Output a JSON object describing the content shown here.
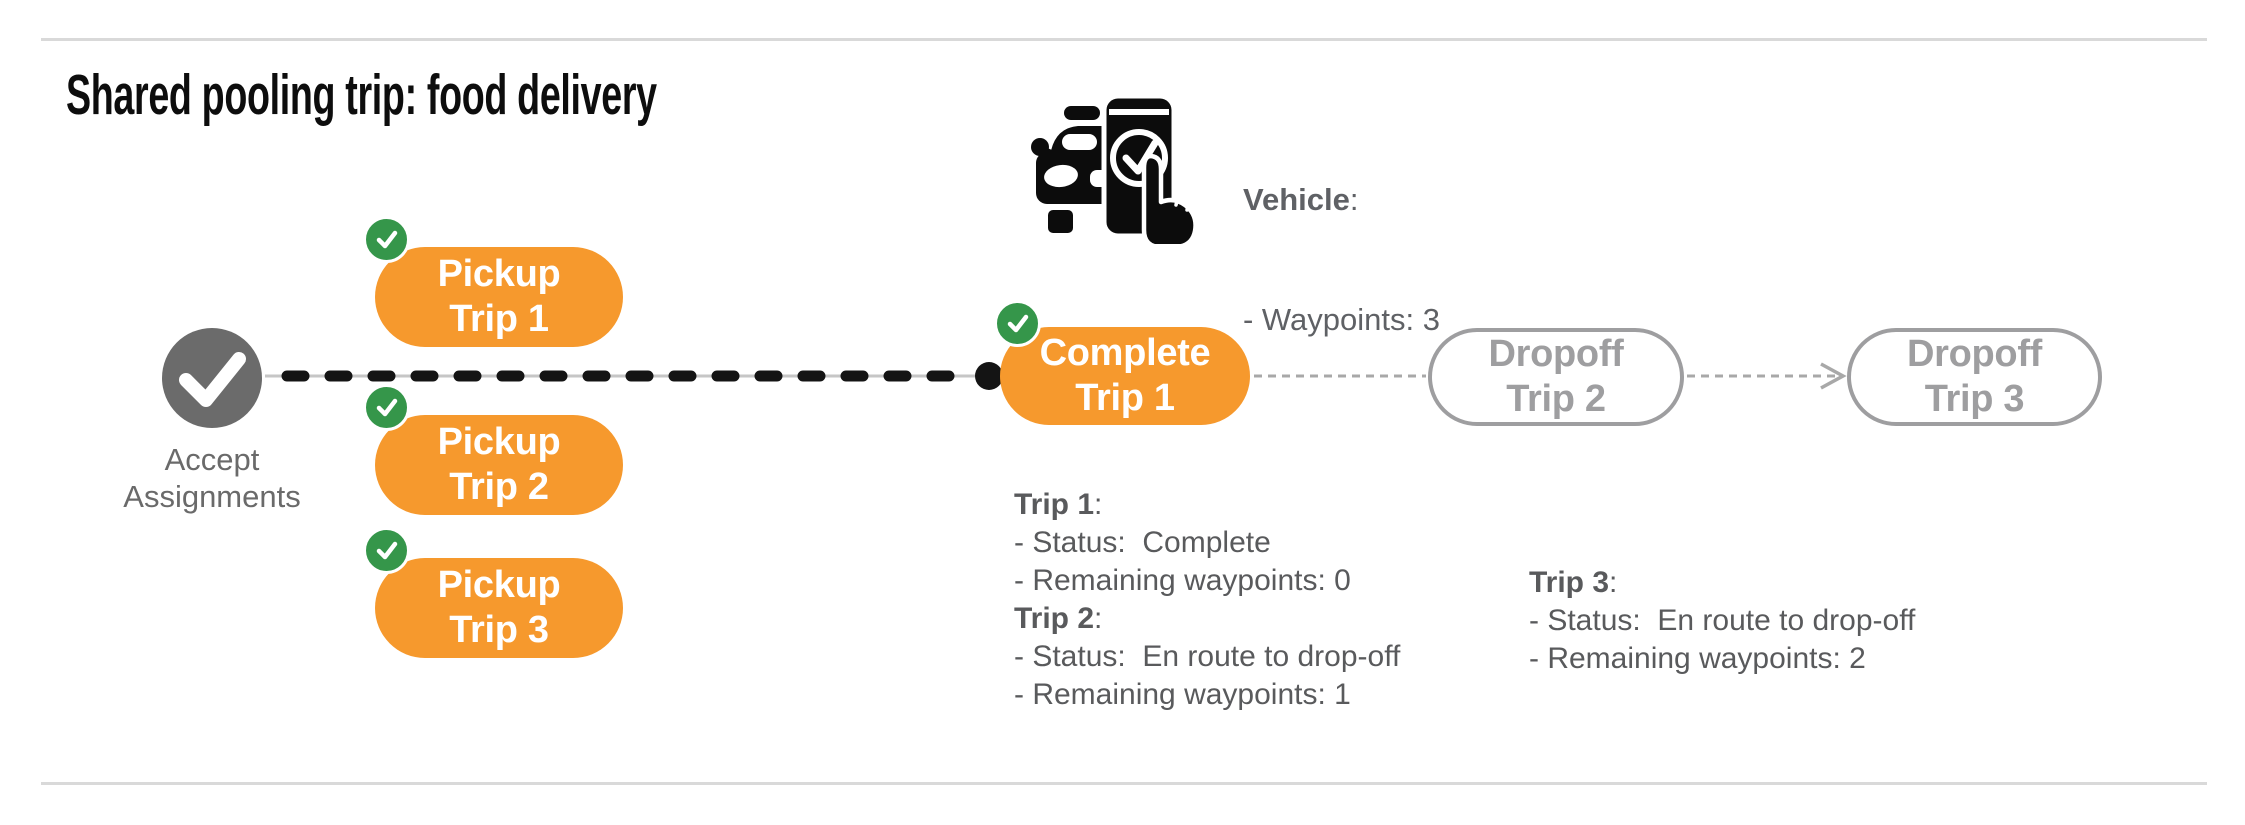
{
  "title": "Shared pooling trip: food delivery",
  "vehicle_info": {
    "label": "Vehicle",
    "colon": ":",
    "waypoints_line": "- Waypoints: 3"
  },
  "start_node": {
    "label_line1": "Accept",
    "label_line2": "Assignments"
  },
  "nodes": {
    "pickup1": {
      "line1": "Pickup",
      "line2": "Trip 1"
    },
    "pickup2": {
      "line1": "Pickup",
      "line2": "Trip 2"
    },
    "pickup3": {
      "line1": "Pickup",
      "line2": "Trip 3"
    },
    "complete1": {
      "line1": "Complete",
      "line2": "Trip 1"
    },
    "dropoff2": {
      "line1": "Dropoff",
      "line2": "Trip 2"
    },
    "dropoff3": {
      "line1": "Dropoff",
      "line2": "Trip 3"
    }
  },
  "status": {
    "trip1": {
      "header": "Trip 1",
      "colon": ":",
      "status_line": "- Status:  Complete",
      "waypoints_line": "- Remaining waypoints: 0"
    },
    "trip2": {
      "header": "Trip 2",
      "colon": ":",
      "status_line": "- Status:  En route to drop-off",
      "waypoints_line": "- Remaining waypoints: 1"
    },
    "trip3": {
      "header": "Trip 3",
      "colon": ":",
      "status_line": "- Status:  En route to drop-off",
      "waypoints_line": "- Remaining waypoints: 2"
    }
  },
  "colors": {
    "pill_orange": "#F6992D",
    "badge_green": "#35964A",
    "start_node_gray": "#6B6B6B",
    "dropoff_gray": "#9E9EA0",
    "status_text_gray": "#595A5C",
    "vehicle_text_gray": "#5F6165",
    "dash_black": "#141414",
    "connector_gray": "#A8A8A8",
    "rule_gray": "#D9D9D9"
  }
}
